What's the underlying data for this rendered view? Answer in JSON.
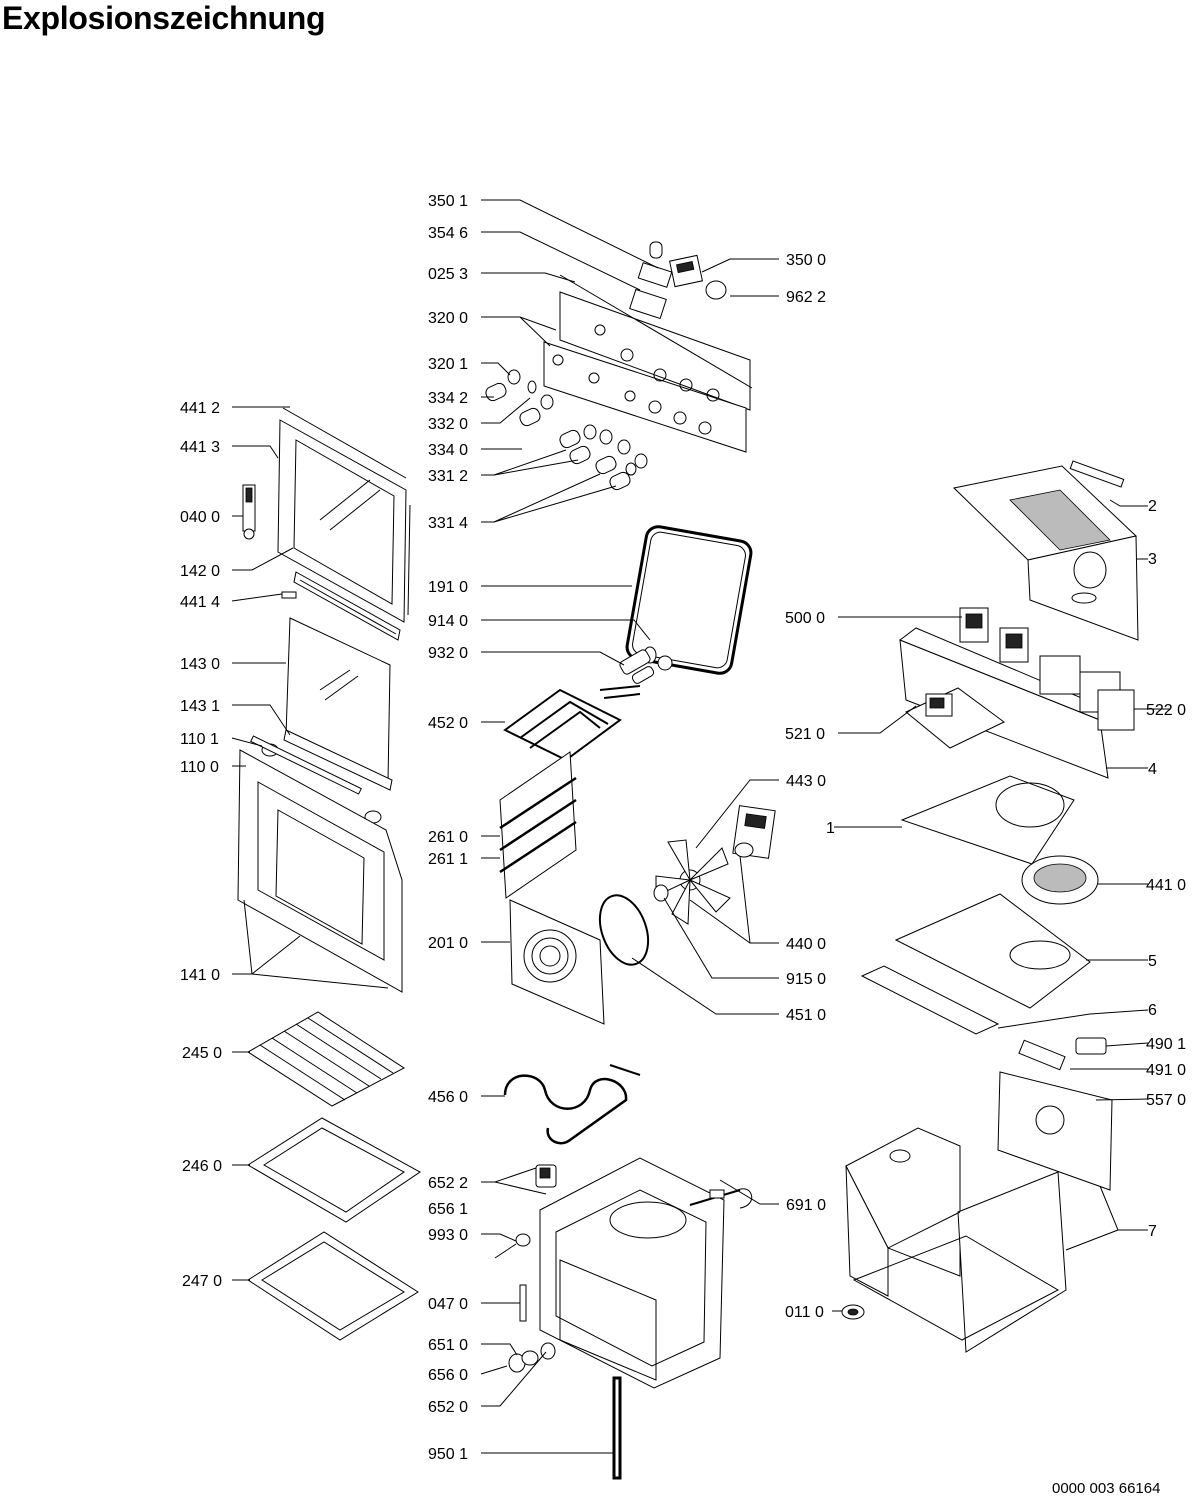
{
  "title": "Explosionszeichnung",
  "doc_number": "0000 003 66164",
  "callouts": {
    "c3501": "350 1",
    "c3546": "354 6",
    "c0253": "025 3",
    "c3200": "320 0",
    "c3201": "320 1",
    "c3342": "334 2",
    "c3320": "332 0",
    "c3340": "334 0",
    "c3312": "331 2",
    "c3314": "331 4",
    "c3500": "350 0",
    "c9622": "962 2",
    "c4412": "441 2",
    "c4413": "441 3",
    "c0400": "040 0",
    "c1420": "142 0",
    "c4414": "441 4",
    "c1430": "143 0",
    "c1431": "143 1",
    "c1101": "110 1",
    "c1100": "110 0",
    "c1410": "141 0",
    "c2450": "245 0",
    "c2460": "246 0",
    "c2470": "247 0",
    "c1910": "191 0",
    "c9140": "914 0",
    "c9320": "932 0",
    "c4520": "452 0",
    "c2610": "261 0",
    "c2611": "261 1",
    "c2010": "201 0",
    "c4560": "456 0",
    "c6522": "652 2",
    "c6561": "656 1",
    "c9930": "993 0",
    "c0470": "047 0",
    "c6510": "651 0",
    "c6560": "656 0",
    "c6520": "652 0",
    "c9501": "950 1",
    "c4430": "443 0",
    "c4400": "440 0",
    "c9150": "915 0",
    "c4510": "451 0",
    "c6910": "691 0",
    "c5000": "500 0",
    "c5220": "522 0",
    "c5210": "521 0",
    "c4410": "441 0",
    "c4901": "490 1",
    "c4910": "491 0",
    "c5570": "557 0",
    "c0110": "011 0",
    "n1": "1",
    "n2": "2",
    "n3": "3",
    "n4": "4",
    "n5": "5",
    "n6": "6",
    "n7": "7"
  }
}
